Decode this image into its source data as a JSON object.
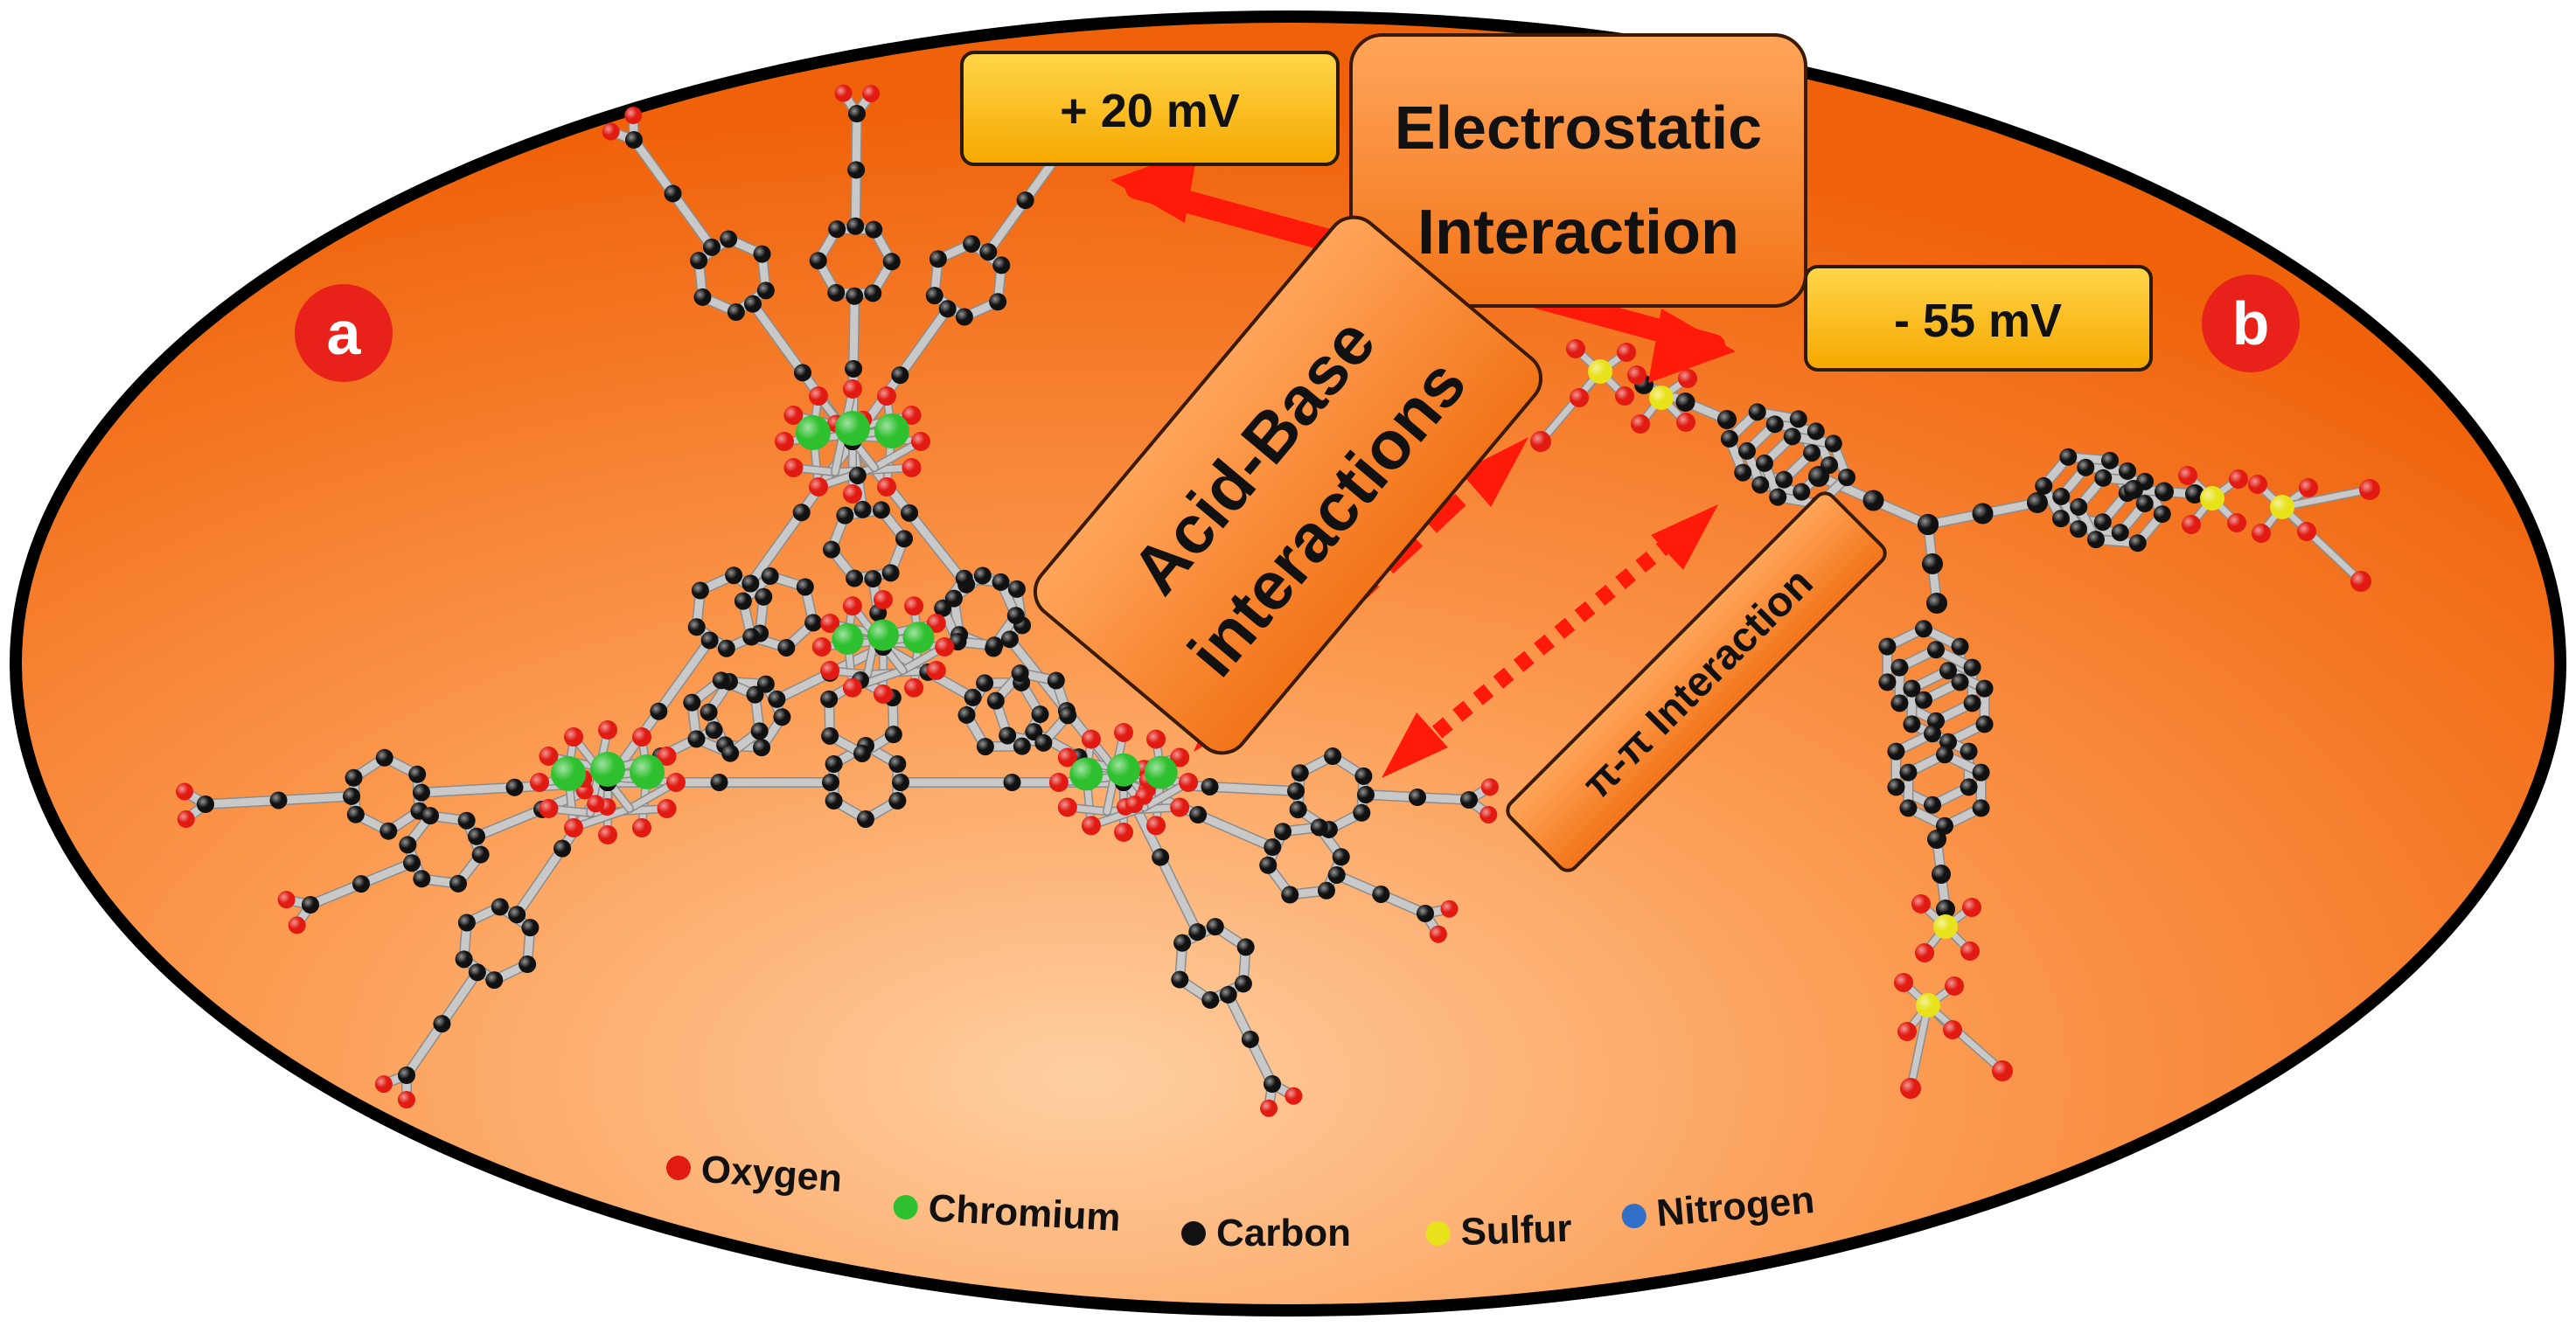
{
  "panels": {
    "a": "a",
    "b": "b"
  },
  "labels": {
    "potential_left": "+ 20 mV",
    "potential_right": "- 55 mV",
    "electrostatic_line1": "Electrostatic",
    "electrostatic_line2": "Interaction",
    "acid_base_line1": "Acid-Base",
    "acid_base_line2": "interactions",
    "pi_pi": "π-π Interaction"
  },
  "legend": [
    {
      "label": "Oxygen",
      "color": "#e11a12"
    },
    {
      "label": "Chromium",
      "color": "#2ec02e"
    },
    {
      "label": "Carbon",
      "color": "#111111"
    },
    {
      "label": "Sulfur",
      "color": "#e8e21a"
    },
    {
      "label": "Nitrogen",
      "color": "#2f6fc7"
    }
  ],
  "colors": {
    "background_center": "#ffd2a6",
    "background_edge": "#f36a0c",
    "arrow": "#ff1a0a",
    "tag_fill": "#ffc20e",
    "box_fill": "#ff8a2a",
    "bond": "#c9c9c9",
    "oxygen": "#e11a12",
    "chromium": "#2ec02e",
    "carbon": "#111111",
    "sulfur": "#e8e21a"
  }
}
